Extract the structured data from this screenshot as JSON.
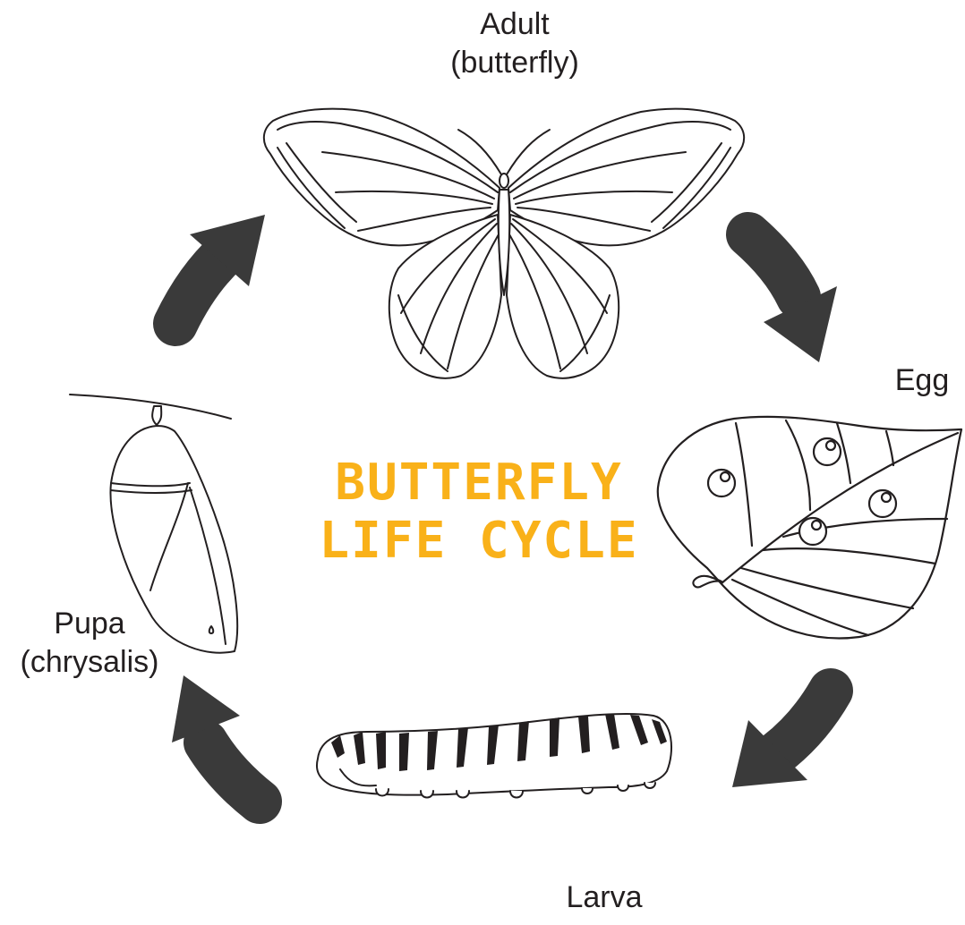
{
  "title": {
    "line1": "BUTTERFLY",
    "line2": "LIFE CYCLE"
  },
  "stages": {
    "adult": {
      "name": "Adult",
      "detail": "(butterfly)"
    },
    "egg": {
      "name": "Egg"
    },
    "larva": {
      "name": "Larva"
    },
    "pupa": {
      "name": "Pupa",
      "detail": "(chrysalis)"
    }
  },
  "colors": {
    "title": "#f9b119",
    "arrows": "#3a3a3a",
    "outline": "#231f20",
    "background": "#ffffff"
  },
  "icons": [
    "butterfly-illustration",
    "leaf-with-eggs-illustration",
    "caterpillar-illustration",
    "chrysalis-illustration",
    "cycle-arrow-icon"
  ]
}
